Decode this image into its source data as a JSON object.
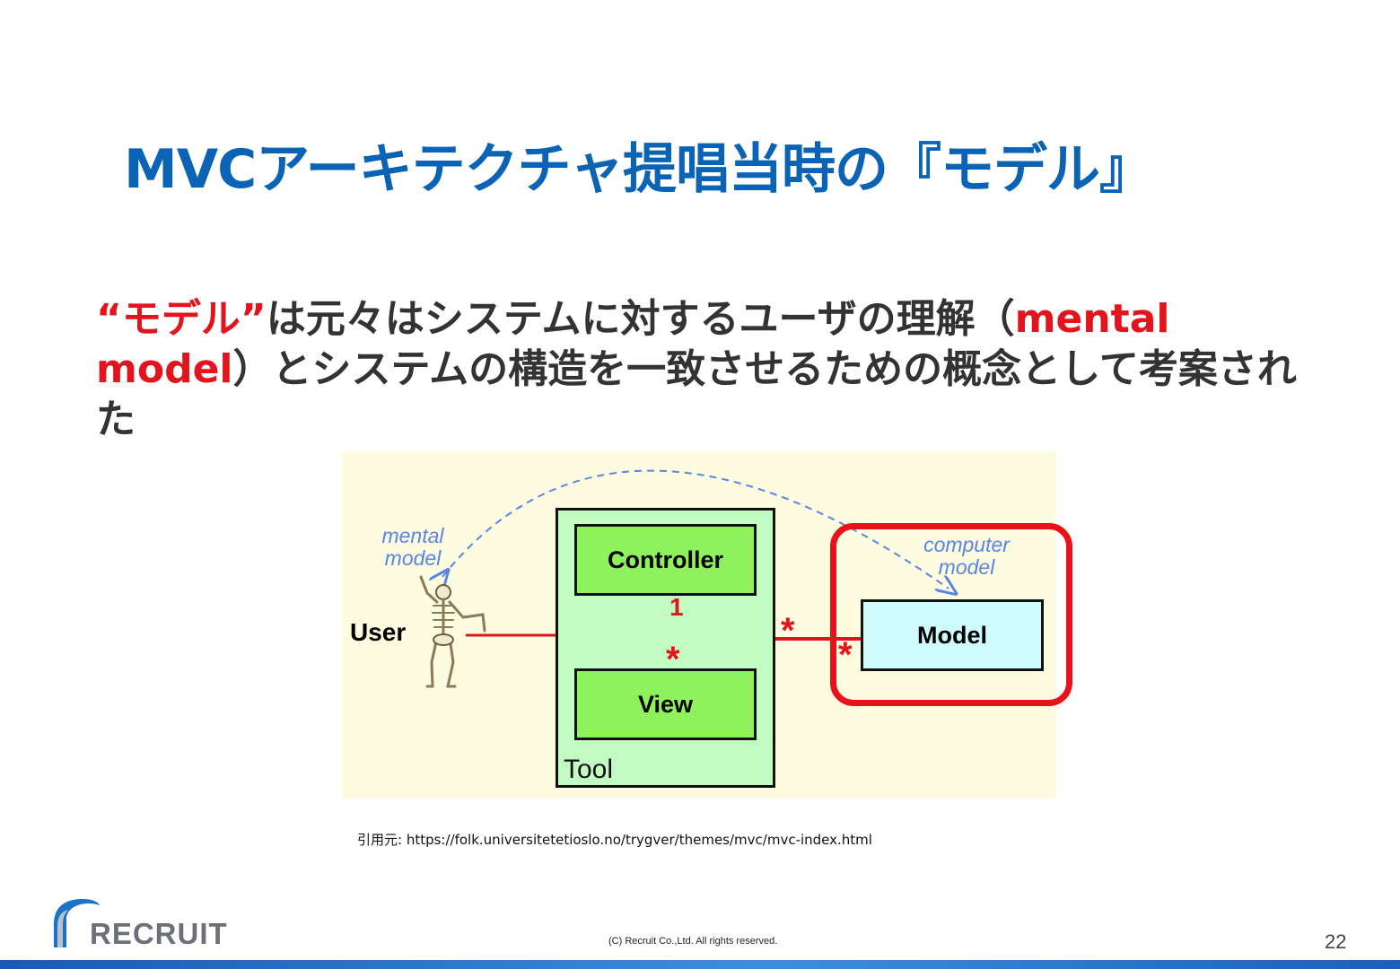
{
  "title": "MVCアーキテクチャ提唱当時の『モデル』",
  "body": {
    "quote": "“モデル”",
    "text1": "は元々はシステムに対するユーザの理解（",
    "english": "mental model",
    "text2": "）とシステムの構造を一致させるための概念として考案された"
  },
  "diagram": {
    "user_label": "User",
    "tool_label": "Tool",
    "controller_label": "Controller",
    "view_label": "View",
    "model_label": "Model",
    "mental_model_label": "mental\nmodel",
    "computer_model_label": "computer\nmodel",
    "mult_one": "1",
    "mult_star_view": "*",
    "mult_star_tool": "*",
    "mult_star_model": "*"
  },
  "caption": "引用元: https://folk.universitetetioslo.no/trygver/themes/mvc/mvc-index.html",
  "footer": {
    "copyright": "(C) Recruit Co.,Ltd. All rights reserved.",
    "page_number": "22",
    "logo_text": "RECRUIT"
  },
  "colors": {
    "title_blue": "#0b63b5",
    "accent_red": "#e2141c",
    "tool_green": "#c3fcc3",
    "component_green": "#8ef25c",
    "model_cyan": "#cffbfd",
    "diagram_bg": "#fdfbe0",
    "dashed_blue": "#5a86e3"
  }
}
